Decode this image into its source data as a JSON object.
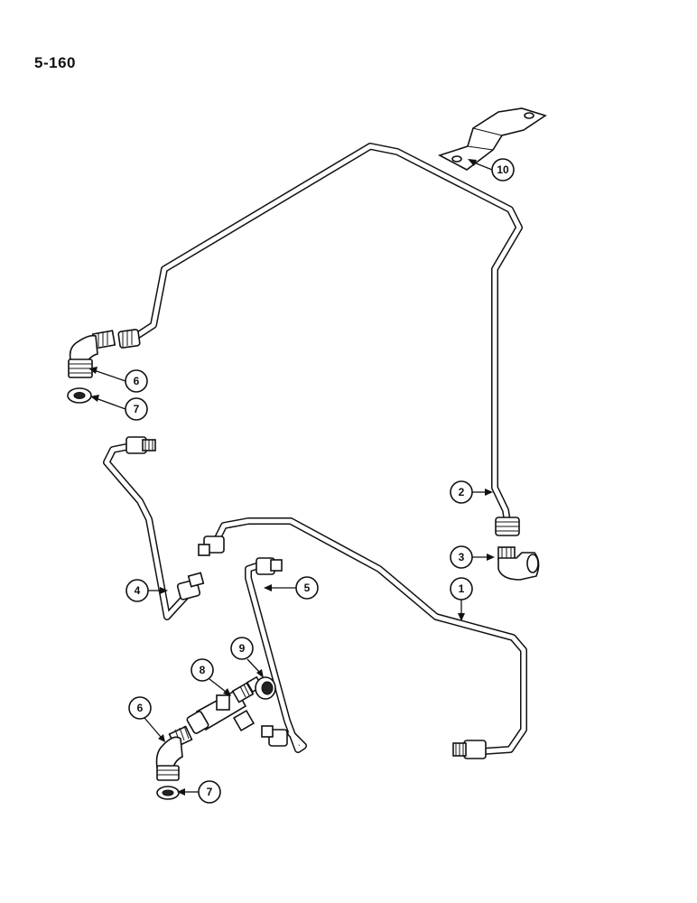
{
  "page_label": "5-160",
  "callouts": {
    "c1": "1",
    "c2": "2",
    "c3": "3",
    "c4": "4",
    "c5": "5",
    "c6a": "6",
    "c6b": "6",
    "c7a": "7",
    "c7b": "7",
    "c8": "8",
    "c9": "9",
    "c10": "10"
  }
}
